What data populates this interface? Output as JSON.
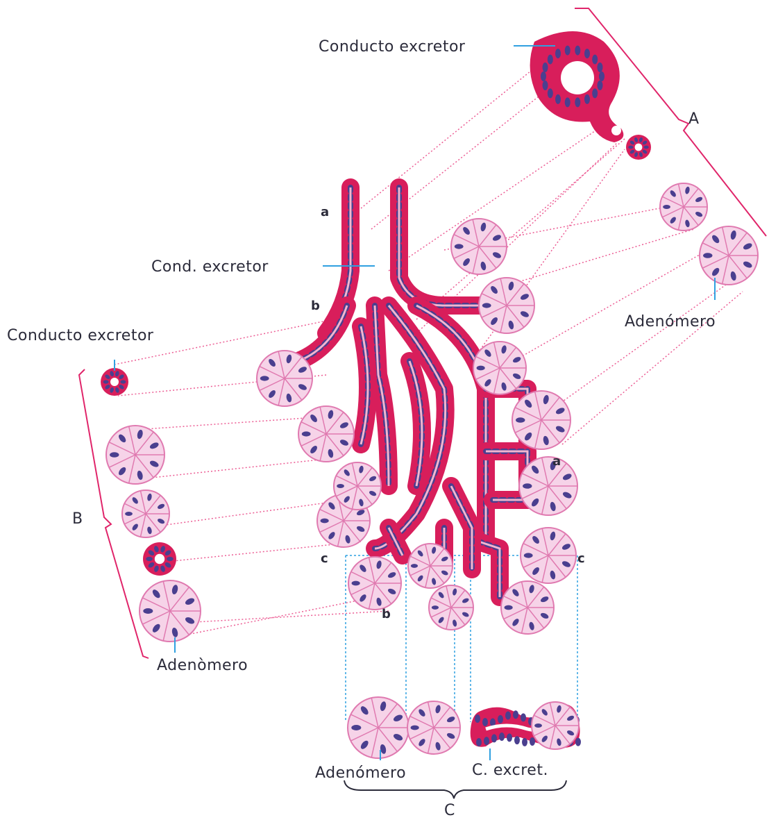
{
  "labels": {
    "conducto_excretor_top": "Conducto excretor",
    "cond_excretor_mid": "Cond. excretor",
    "conducto_excretor_left": "Conducto excretor",
    "adenomero_right": "Adenómero",
    "adenomero_left": "Adenòmero",
    "adenomero_bottom": "Adenómero",
    "c_excret": "C. excret.",
    "letter_a_top": "a",
    "letter_a_right": "a",
    "letter_b_top": "b",
    "letter_b_bottom": "b",
    "letter_c_left": "c",
    "letter_c_right": "c",
    "section_A": "A",
    "section_B": "B",
    "section_C": "C"
  },
  "colors": {
    "duct_wall": "#d81e5b",
    "nucleus": "#4a3f8f",
    "acinus_fill": "#f6d3e8",
    "acinus_line": "#e07ab0",
    "projection_pink": "#e8357a",
    "projection_blue": "#2fa0e0",
    "bracket": "#e0256a",
    "label_text": "#2b2b3a"
  }
}
